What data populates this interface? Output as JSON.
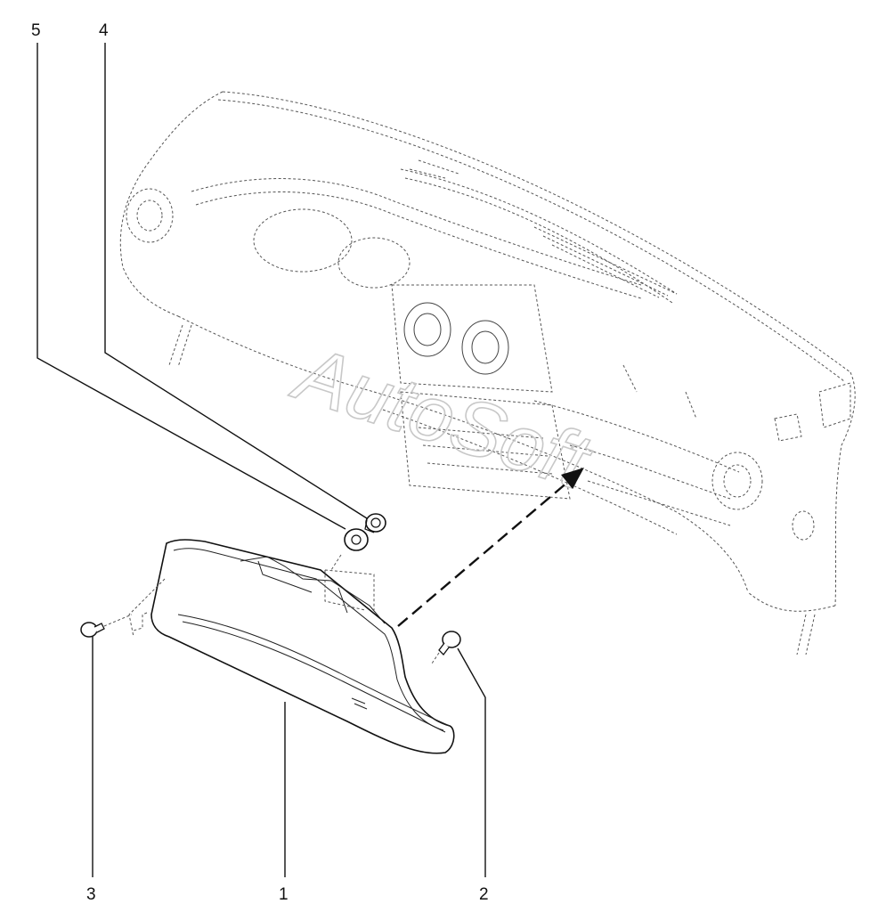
{
  "callouts": [
    {
      "id": "1",
      "label": "1"
    },
    {
      "id": "2",
      "label": "2"
    },
    {
      "id": "3",
      "label": "3"
    },
    {
      "id": "4",
      "label": "4"
    },
    {
      "id": "5",
      "label": "5"
    }
  ],
  "watermark": "AutoSoft",
  "colors": {
    "line": "#111111",
    "ghost": "#555555",
    "background": "#ffffff",
    "watermark": "#c8c8c8"
  }
}
